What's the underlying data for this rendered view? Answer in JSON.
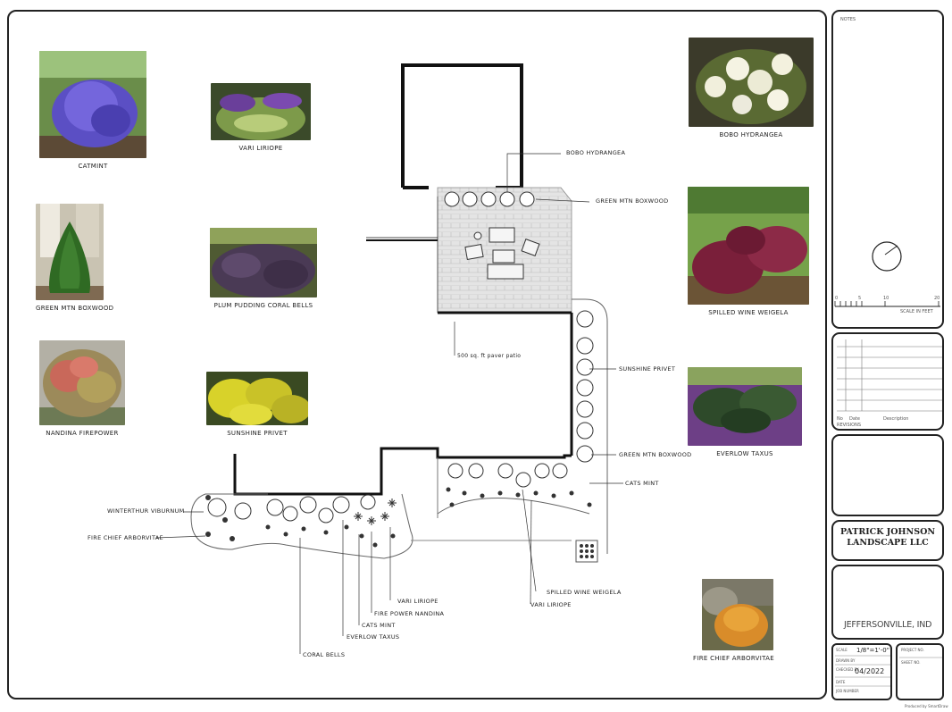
{
  "plants": {
    "catmint": "CATMINT",
    "vari_liriope": "VARI LIRIOPE",
    "green_mtn_boxwood": "GREEN MTN BOXWOOD",
    "plum_pudding": "PLUM PUDDING CORAL BELLS",
    "nandina": "NANDINA FIREPOWER",
    "sunshine_privet": "SUNSHINE PRIVET",
    "bobo_hydrangea": "BOBO HYDRANGEA",
    "spilled_wine": "SPILLED WINE WEIGELA",
    "everlow_taxus": "EVERLOW TAXUS",
    "fire_chief": "FIRE CHIEF ARBORVITAE"
  },
  "callouts": {
    "bobo_hydrangea": "BOBO HYDRANGEA",
    "green_mtn_boxwood_top": "GREEN MTN BOXWOOD",
    "patio": "500 sq. ft paver patio",
    "sunshine_privet": "SUNSHINE PRIVET",
    "green_mtn_boxwood_right": "GREEN MTN BOXWOOD",
    "cats_mint_right": "CATS MINT",
    "winterthur": "WINTERTHUR VIBURNUM",
    "fire_chief": "FIRE CHIEF ARBORVITAE",
    "spilled_wine": "SPILLED WINE WEIGELA",
    "vari_liriope_right": "VARI LIRIOPE",
    "vari_liriope_left": "VARI LIRIOPE",
    "fire_power_nandina": "FIRE POWER NANDINA",
    "cats_mint_left": "CATS MINT",
    "everlow_taxus": "EVERLOW TAXUS",
    "coral_bells": "CORAL BELLS"
  },
  "title_block": {
    "notes": "NOTES",
    "scale_label": "SCALE IN FEET",
    "scale_ticks": [
      "0",
      "5",
      "10",
      "20"
    ],
    "company": "PATRICK JOHNSON\nLANDSCAPE LLC",
    "location": "JEFFERSONVILLE, IND",
    "scale_value": "1/8\"=1'-0\"",
    "date": "04/2022",
    "rev_no": "No",
    "rev_date": "Date",
    "rev_desc": "Description",
    "revisions": "REVISIONS",
    "field_scale": "SCALE",
    "field_drawn": "DRAWN BY",
    "field_checked": "CHECKED BY",
    "field_date": "DATE",
    "field_job": "JOB NUMBER",
    "field_project": "PROJECT NO.",
    "field_sheet": "SHEET NO.",
    "footer": "Produced by SmartDraw"
  },
  "colors": {
    "line": "#222222",
    "paver": "#d8d8d8"
  }
}
